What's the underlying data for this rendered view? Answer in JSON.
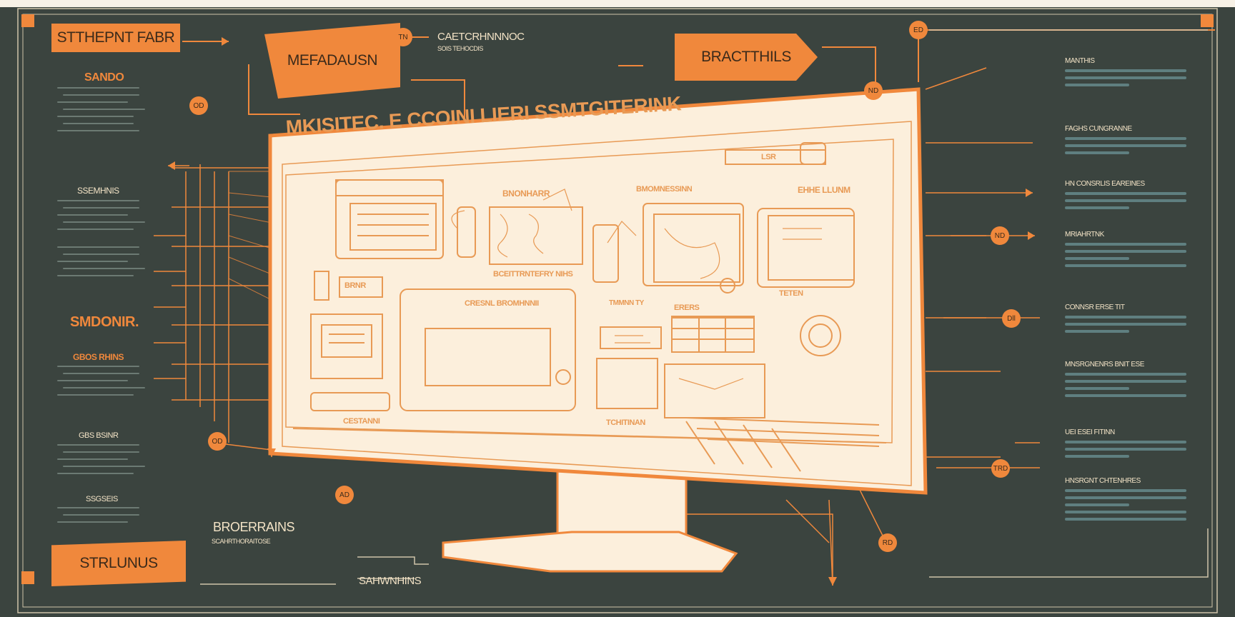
{
  "title_tags": {
    "top_left": "STTHEPNT FABR",
    "top_center": "MEFADAUSN",
    "top_right": "BRACTTHILS",
    "bottom_left": "STRLUNUS"
  },
  "screen": {
    "headline": "MKISITEC. E CCOINI LIERI SSMTGITERINK",
    "labels": {
      "panel_a": "BNONHARR",
      "panel_b": "BMOMNESSINN",
      "panel_c": "EHHE LLUNM",
      "caption_a": "BCEITTRNTEFRY NIHS",
      "caption_b": "CRESNL BROMHNNII",
      "caption_c": "TMMNN TY",
      "caption_d": "ERERS",
      "caption_e": "TETEN",
      "caption_f": "CESTANNI",
      "caption_g": "TCHITINAN",
      "header_button": "LSR",
      "small_box": "BRNR"
    }
  },
  "annotations": {
    "top_center_title": "CAETCRHNNNOC",
    "top_center_sub": "SOIS TEHOCDIS",
    "left_1": "SANDO",
    "left_2": "SSEMHNIS",
    "left_3": "SMDONIR.",
    "left_4": "GBOS RHINS",
    "left_5": "GBS BSINR",
    "left_6": "SSGSEIS",
    "bottom_left_title": "BROERRAINS",
    "bottom_left_sub": "SCAHRTHORAITOSE",
    "bottom_center": "SAHWNHINS"
  },
  "right_list": [
    {
      "heading": "MANTHIS",
      "lines": 3
    },
    {
      "heading": "FAGHS CUNGRANNE",
      "lines": 3
    },
    {
      "heading": "HN CONSRLIS EAREINES",
      "lines": 3
    },
    {
      "heading": "MRIAHRTNK",
      "lines": 4
    },
    {
      "heading": "CONNSR ERSE TIT",
      "lines": 3
    },
    {
      "heading": "MNSRGNENRS BNIT ESE",
      "lines": 4
    },
    {
      "heading": "UEI ESEI FITINN",
      "lines": 3
    },
    {
      "heading": "HNSRGNT CHTENHRES",
      "lines": 5
    }
  ],
  "bubbles": [
    "TN",
    "ED",
    "OD",
    "ND",
    "ND",
    "Dll",
    "TRD",
    "RD",
    "AD",
    "OD"
  ],
  "colors": {
    "background": "#3b443f",
    "accent": "#f0883c",
    "screen_fill": "#fcefdc",
    "screen_line": "#e89a55",
    "muted_lines": "#5f7f80",
    "frame_line": "#d8cbb2"
  }
}
